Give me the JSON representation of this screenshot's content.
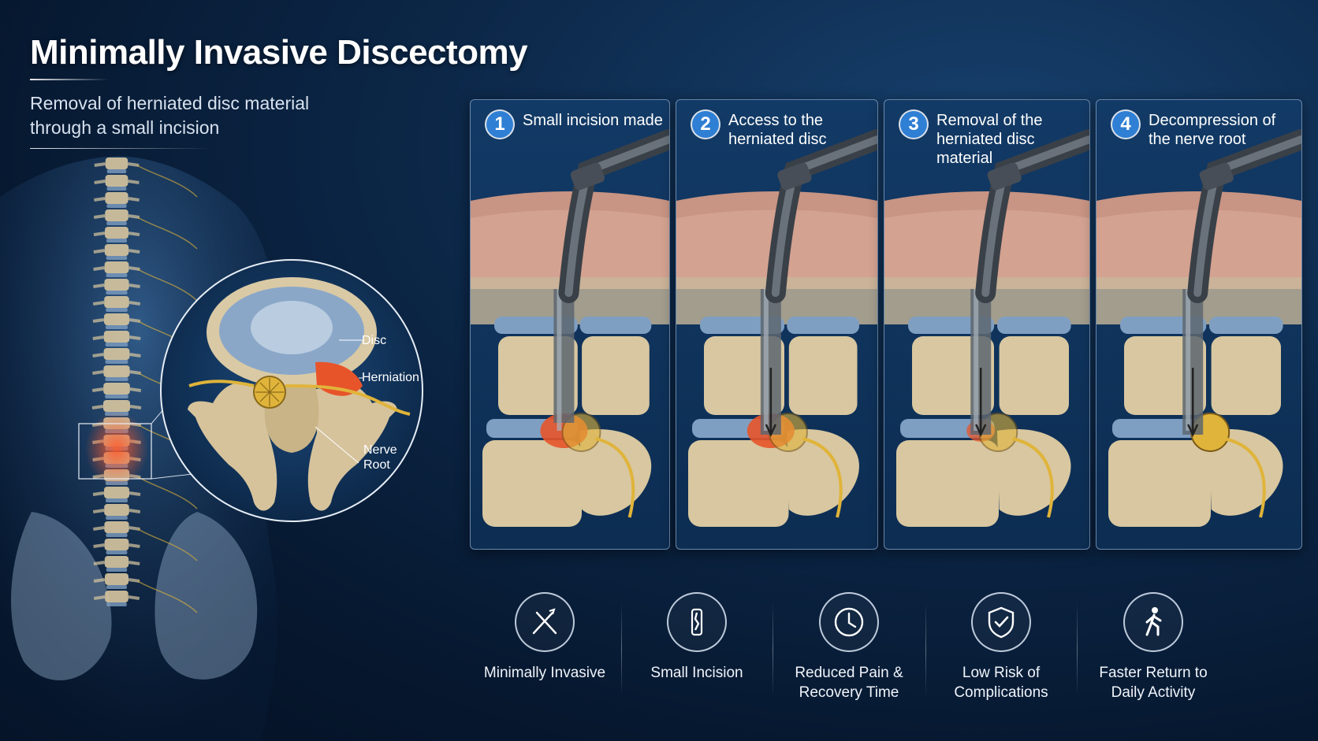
{
  "header": {
    "title": "Minimally Invasive Discectomy",
    "subtitle": "Removal of herniated disc material through a small incision"
  },
  "anatomy_callouts": {
    "disc": "Disc",
    "herniation": "Herniation",
    "nerve_root": "Nerve Root"
  },
  "steps": [
    {
      "number": "1",
      "text": "Small incision made"
    },
    {
      "number": "2",
      "text": "Access to the herniated disc"
    },
    {
      "number": "3",
      "text": "Removal of the herniated disc material"
    },
    {
      "number": "4",
      "text": "Decompression of the nerve root"
    }
  ],
  "benefits": [
    {
      "label": "Minimally Invasive",
      "icon": "scalpel-cross-icon"
    },
    {
      "label": "Small Incision",
      "icon": "incision-icon"
    },
    {
      "label": "Reduced Pain & Recovery Time",
      "icon": "clock-icon"
    },
    {
      "label": "Low Risk of Complications",
      "icon": "shield-check-icon"
    },
    {
      "label": "Faster Return to Daily Activity",
      "icon": "walking-person-icon"
    }
  ],
  "colors": {
    "accent": "#2f7fd4",
    "herniation": "#e8542a",
    "bone": "#d8c7a0",
    "disc": "#7f9fc2",
    "nerve": "#e0b43a"
  }
}
